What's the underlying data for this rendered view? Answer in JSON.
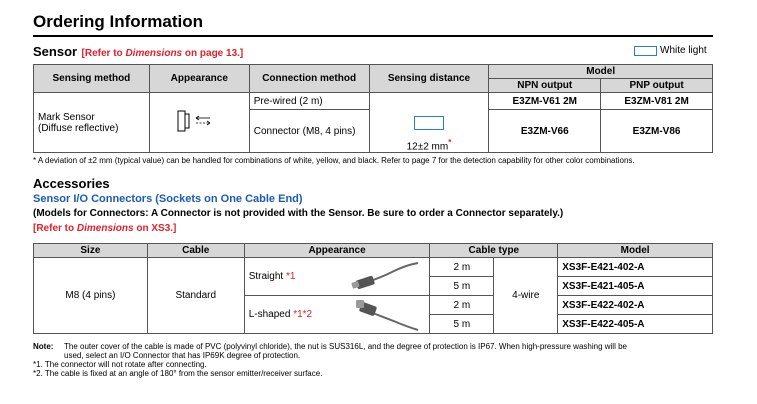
{
  "page_title": "Ordering Information",
  "sensor": {
    "heading": "Sensor",
    "ref_prefix": "[Refer to ",
    "ref_italic": "Dimensions",
    "ref_suffix": " on page 13.]",
    "legend_label": "White light",
    "table": {
      "headers": {
        "sensing_method": "Sensing method",
        "appearance": "Appearance",
        "connection_method": "Connection method",
        "sensing_distance": "Sensing distance",
        "model": "Model",
        "npn": "NPN output",
        "pnp": "PNP output"
      },
      "sensing_method_line1": "Mark Sensor",
      "sensing_method_line2": "(Diffuse reflective)",
      "rows": [
        {
          "connection": "Pre-wired (2 m)",
          "npn": "E3ZM-V61 2M",
          "pnp": "E3ZM-V81 2M"
        },
        {
          "connection": "Connector (M8, 4 pins)",
          "npn": "E3ZM-V66",
          "pnp": "E3ZM-V86"
        }
      ],
      "distance": "12±2 mm",
      "distance_mark": "*"
    },
    "footnote": "* A deviation of ±2 mm (typical value) can be handled for combinations of white, yellow, and black. Refer to page 7 for the detection capability for other color combinations."
  },
  "accessories": {
    "heading": "Accessories",
    "subheading": "Sensor I/O Connectors (Sockets on One Cable End)",
    "models_note": "(Models for Connectors: A Connector is not provided with the Sensor. Be sure to order a Connector separately.)",
    "ref_prefix": "[Refer to ",
    "ref_italic": "Dimensions",
    "ref_suffix": " on XS3.]",
    "table": {
      "headers": {
        "size": "Size",
        "cable": "Cable",
        "appearance": "Appearance",
        "cable_type": "Cable type",
        "model": "Model"
      },
      "size": "M8 (4 pins)",
      "cable": "Standard",
      "wire": "4-wire",
      "straight_label": "Straight ",
      "straight_mark": "*1",
      "lshaped_label": "L-shaped ",
      "lshaped_mark1": "*1",
      "lshaped_mark2": "*2",
      "rows": [
        {
          "length": "2 m",
          "model": "XS3F-E421-402-A"
        },
        {
          "length": "5 m",
          "model": "XS3F-E421-405-A"
        },
        {
          "length": "2 m",
          "model": "XS3F-E422-402-A"
        },
        {
          "length": "5 m",
          "model": "XS3F-E422-405-A"
        }
      ]
    },
    "note_label": "Note:",
    "note_line1": "The outer cover of the cable is made of PVC (polyvinyl chloride), the nut is SUS316L, and the degree of protection is IP67. When high-pressure washing will be",
    "note_line2": "used, select an I/O Connector that has IP69K degree of protection.",
    "fn1": "*1. The connector will not rotate after connecting.",
    "fn2": "*2. The cable is fixed at an angle of 180° from the sensor emitter/receiver surface."
  },
  "colors": {
    "red": "#e0202a",
    "blue": "#1a5bb3",
    "header_bg": "#d7d7d7",
    "legend_border": "#2a80c4"
  }
}
